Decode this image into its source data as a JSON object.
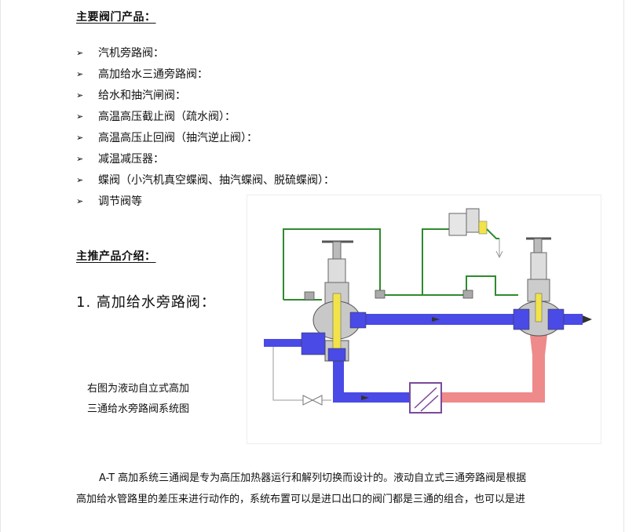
{
  "section1": {
    "heading": "主要阀门产品："
  },
  "products": [
    "汽机旁路阀：",
    "高加给水三通旁路阀：",
    "给水和抽汽闸阀：",
    "高温高压截止阀（疏水阀）：",
    "高温高压止回阀（抽汽逆止阀）：",
    "减温减压器：",
    "蝶阀（小汽机真空蝶阀、抽汽蝶阀、脱硫蝶阀）：",
    "调节阀等"
  ],
  "bullet_symbol": "➢",
  "section2": {
    "heading": "主推产品介绍："
  },
  "item_title": "1. 高加给水旁路阀：",
  "caption": {
    "line1": "右图为液动自立式高加",
    "line2": "三通给水旁路阀系统图"
  },
  "description": {
    "line1": "A-T 高加系统三通阀是专为高压加热器运行和解列切换而设计的。液动自立式三通旁路阀是根据",
    "line2": "高加给水管路里的差压来进行动作的，系统布置可以是进口出口的阀门都是三通的组合，也可以是进"
  },
  "diagram_colors": {
    "feedwater_pipe": "#4a4ae6",
    "hot_pipe": "#ee8a8a",
    "control_line": "#2e8b2e",
    "valve_body": "#c8c8c8",
    "valve_outline": "#555555",
    "seat_highlight": "#f2e34a",
    "heater_outline": "#7a4a9a"
  }
}
